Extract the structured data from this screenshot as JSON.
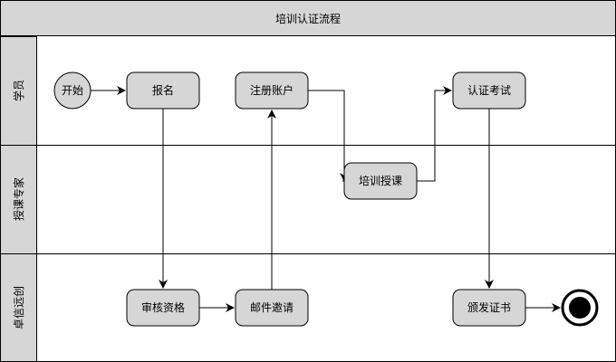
{
  "title": "培训认证流程",
  "lanes": [
    {
      "id": "student",
      "label": "学员"
    },
    {
      "id": "expert",
      "label": "授课专家"
    },
    {
      "id": "zhuoxin",
      "label": "卓信远创"
    }
  ],
  "nodes": {
    "start": "开始",
    "signup": "报名",
    "register": "注册账户",
    "exam": "认证考试",
    "train": "培训授课",
    "review": "审核资格",
    "email": "邮件邀请",
    "issue": "颁发证书"
  },
  "colors": {
    "header_fill": "#d6d6d6",
    "node_fill": "#d6d6d6",
    "line": "#000000"
  }
}
